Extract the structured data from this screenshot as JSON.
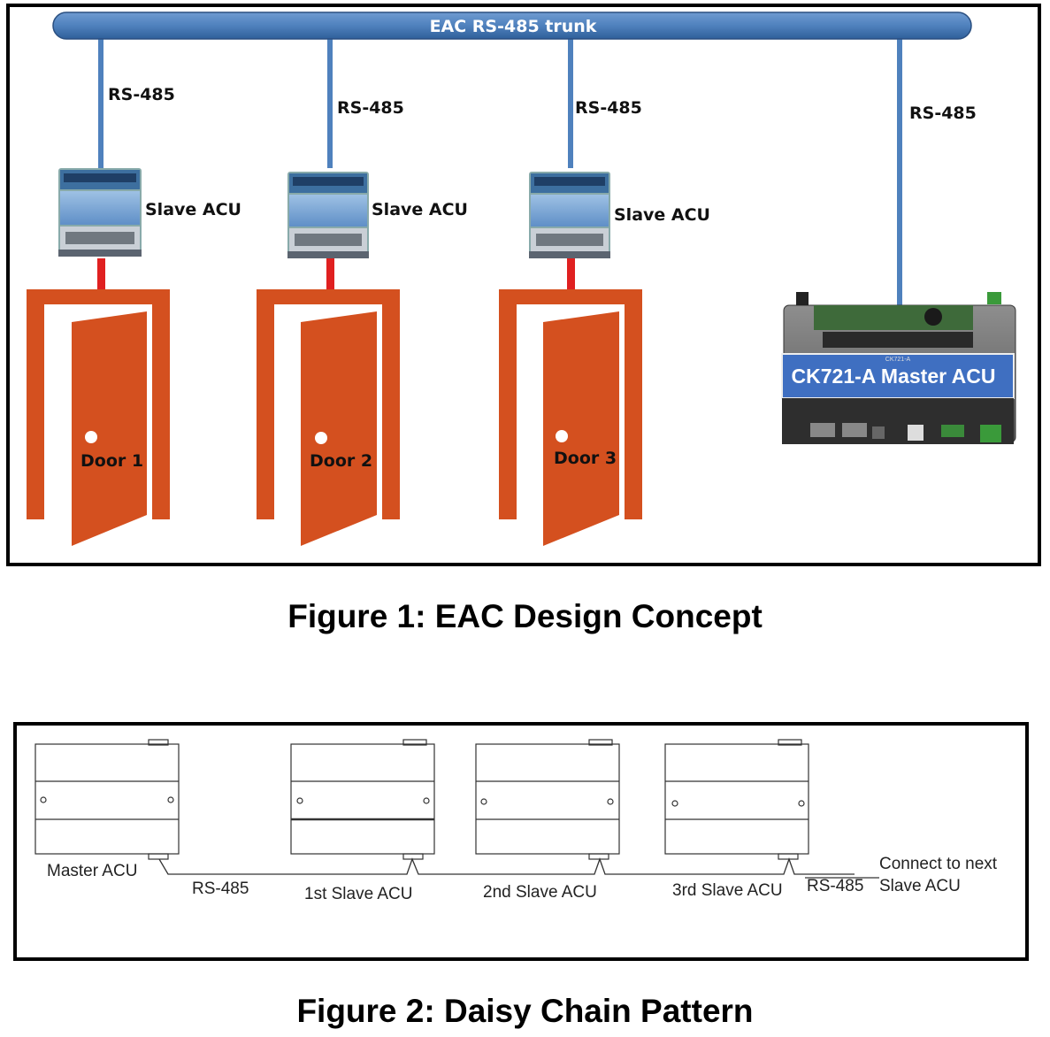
{
  "figure1": {
    "trunk_label": "EAC RS-485 trunk",
    "branches": [
      {
        "rs_label": "RS-485",
        "acu_label": "Slave ACU",
        "door_label": "Door 1"
      },
      {
        "rs_label": "RS-485",
        "acu_label": "Slave ACU",
        "door_label": "Door 2"
      },
      {
        "rs_label": "RS-485",
        "acu_label": "Slave ACU",
        "door_label": "Door 3"
      }
    ],
    "master": {
      "rs_label": "RS-485",
      "label": "CK721-A Master ACU",
      "small_label": "CK721-A"
    },
    "caption": "Figure 1: EAC Design Concept",
    "colors": {
      "trunk": "#4f81bd",
      "door": "#d4501f",
      "link": "#e02020"
    }
  },
  "figure2": {
    "master_label": "Master ACU",
    "rs_left": "RS-485",
    "slave_labels": [
      "1st Slave ACU",
      "2nd Slave ACU",
      "3rd Slave ACU"
    ],
    "rs_right": "RS-485",
    "next_line1": "Connect to next",
    "next_line2": "Slave ACU",
    "caption": "Figure 2: Daisy Chain Pattern"
  }
}
